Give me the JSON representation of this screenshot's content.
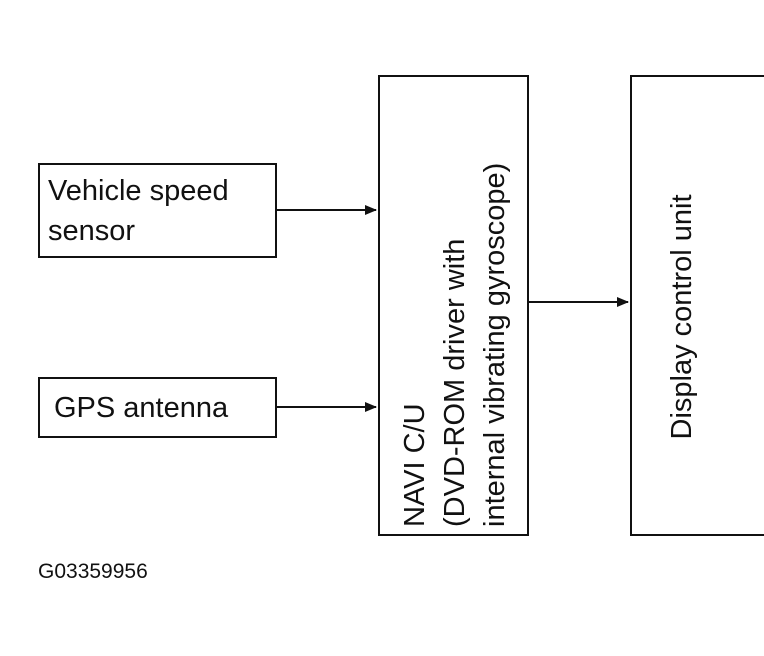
{
  "diagram": {
    "vehicle_speed_sensor": {
      "line1": "Vehicle speed",
      "line2": "sensor"
    },
    "gps_antenna": {
      "label": "GPS antenna"
    },
    "navi_cu": {
      "line1": "NAVI C/U",
      "line2": "(DVD-ROM driver with",
      "line3": "internal vibrating gyroscope)"
    },
    "display_control_unit": {
      "label": "Display control unit"
    },
    "figure_id": "G03359956"
  }
}
